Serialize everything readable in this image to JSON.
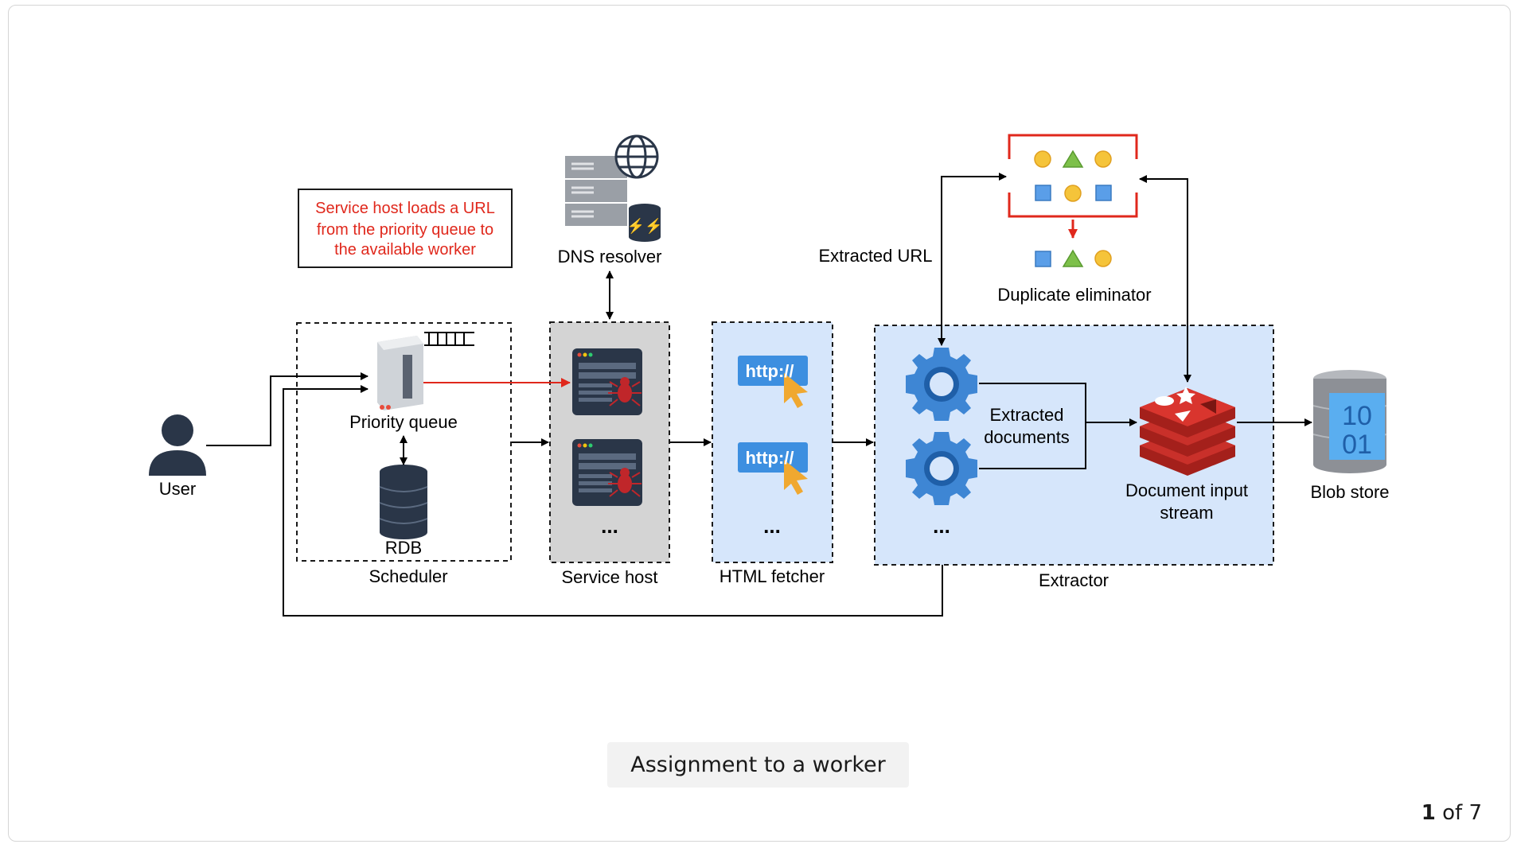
{
  "diagram": {
    "note": [
      "Service host loads a URL",
      "from the priority queue to",
      "the available worker"
    ],
    "labels": {
      "user": "User",
      "priority_queue": "Priority queue",
      "rdb": "RDB",
      "scheduler": "Scheduler",
      "dns_resolver": "DNS resolver",
      "service_host": "Service host",
      "html_fetcher": "HTML fetcher",
      "extractor": "Extractor",
      "extracted_url": "Extracted URL",
      "duplicate_eliminator": "Duplicate eliminator",
      "extracted_documents": [
        "Extracted",
        "documents"
      ],
      "document_input_stream": [
        "Document input",
        "stream"
      ],
      "blob_store": "Blob store",
      "http_label": "http://",
      "ellipsis": "...",
      "binary_top": "10",
      "binary_bottom": "01"
    },
    "colors": {
      "note_red": "#e0281c",
      "service_host_fill": "#d4d4d4",
      "light_blue_fill": "#d6e6fb",
      "gear_blue": "#3e86d4",
      "redis_red": "#c9302a",
      "http_blue": "#3d8fe0",
      "cursor_orange": "#f0a830",
      "dark_navy": "#2a3648"
    }
  },
  "caption": "Assignment to a worker",
  "pager": {
    "current": "1",
    "of_label": "of",
    "total": "7"
  }
}
